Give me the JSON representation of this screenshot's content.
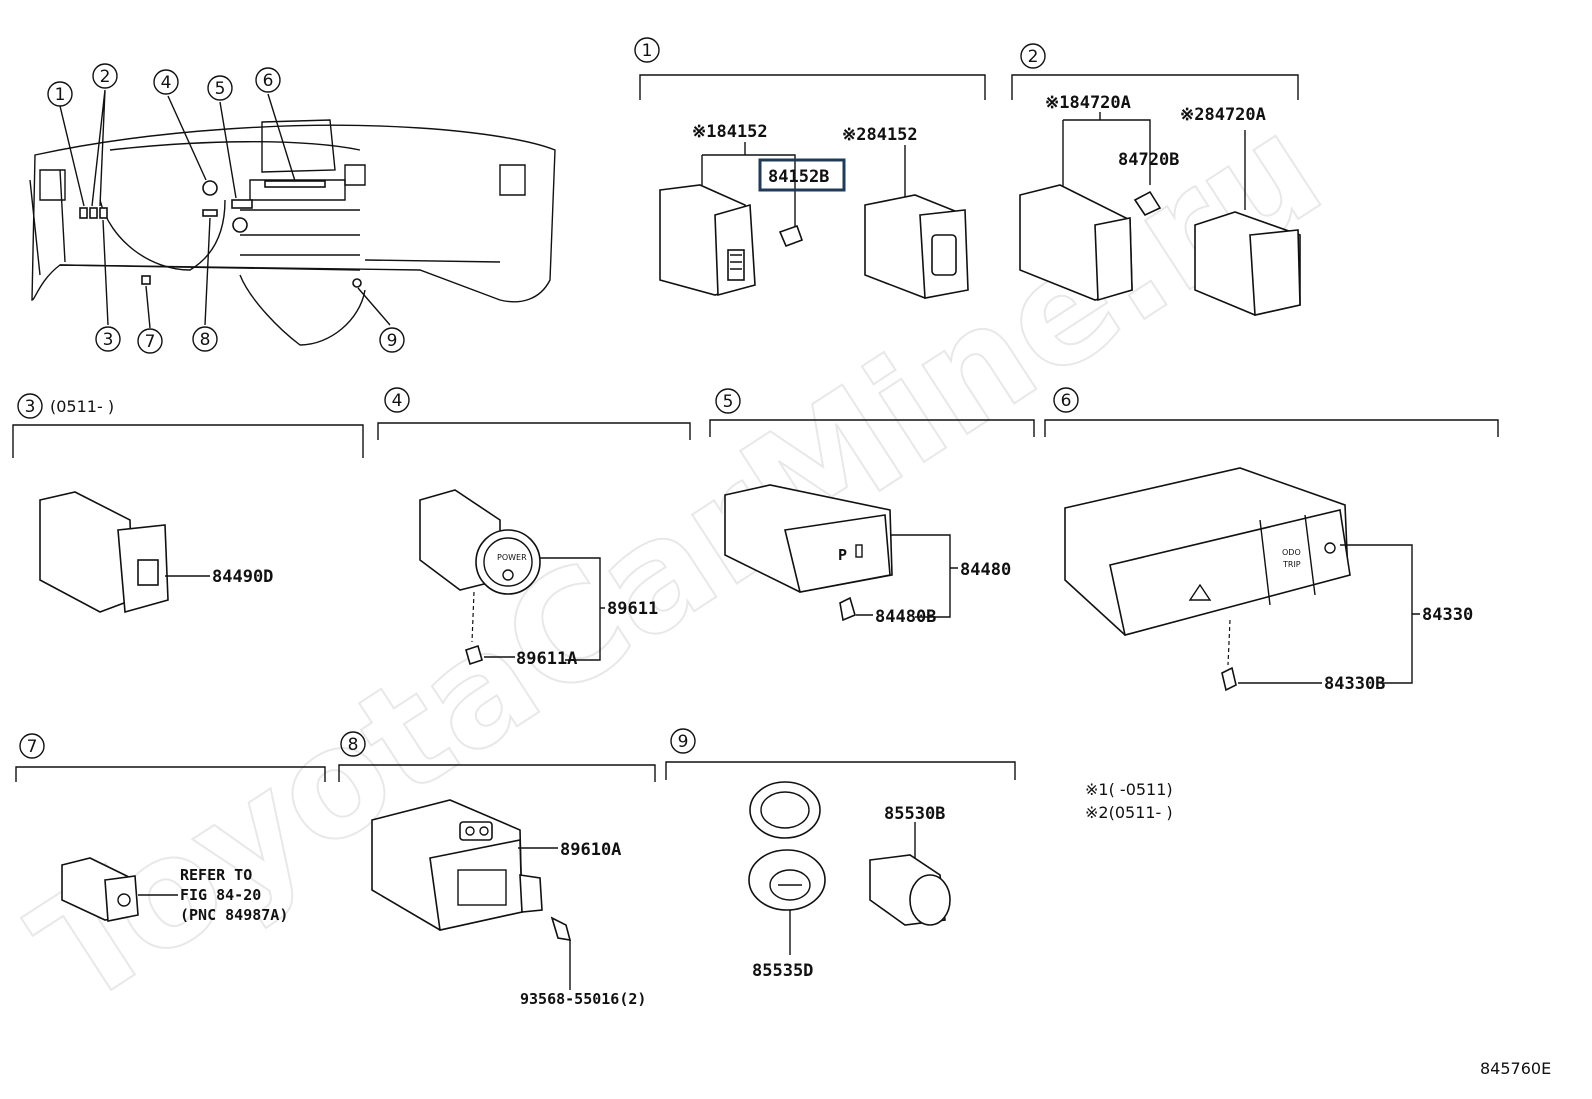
{
  "watermark": "ToyotaCarMine.ru",
  "callouts": [
    "1",
    "2",
    "3",
    "4",
    "5",
    "6",
    "7",
    "8",
    "9"
  ],
  "sections": {
    "s1": {
      "num": "1",
      "labels": {
        "a": "※184152",
        "b": "84152B",
        "c": "※284152"
      }
    },
    "s2": {
      "num": "2",
      "labels": {
        "a": "※184720A",
        "b": "84720B",
        "c": "※284720A"
      }
    },
    "s3": {
      "num": "3",
      "range": "(0511-   )",
      "labels": {
        "a": "84490D"
      }
    },
    "s4": {
      "num": "4",
      "labels": {
        "a": "89611",
        "b": "89611A"
      }
    },
    "s5": {
      "num": "5",
      "labels": {
        "a": "84480",
        "b": "84480B"
      }
    },
    "s6": {
      "num": "6",
      "labels": {
        "a": "84330",
        "b": "84330B"
      }
    },
    "s7": {
      "num": "7",
      "refer": [
        "REFER TO",
        "FIG 84-20",
        "(PNC 84987A)"
      ]
    },
    "s8": {
      "num": "8",
      "labels": {
        "a": "89610A",
        "b": "93568-55016(2)"
      }
    },
    "s9": {
      "num": "9",
      "labels": {
        "a": "85530B",
        "b": "85535D"
      }
    }
  },
  "notes": [
    "※1(   -0511)",
    "※2(0511-   )"
  ],
  "figure_id": "845760E",
  "highlight_color": "#1f3b57"
}
